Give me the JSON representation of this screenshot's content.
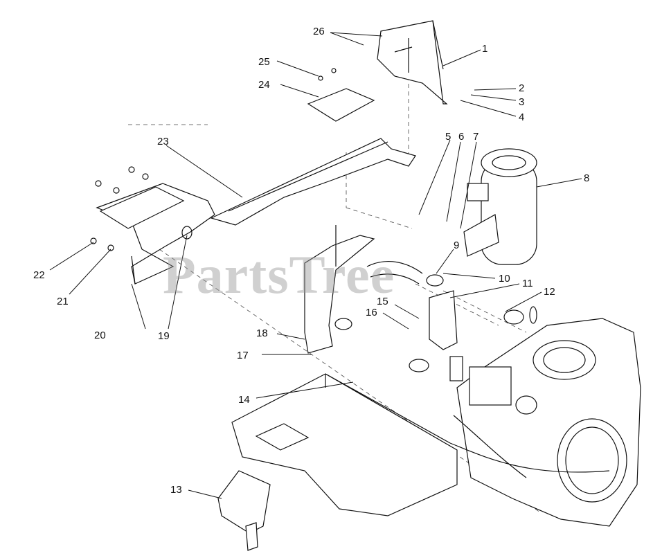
{
  "watermark": "PartsTree",
  "callouts": [
    "1",
    "2",
    "3",
    "4",
    "5",
    "6",
    "7",
    "8",
    "9",
    "10",
    "11",
    "12",
    "13",
    "14",
    "15",
    "16",
    "17",
    "18",
    "19",
    "20",
    "21",
    "22",
    "23",
    "24",
    "25",
    "26"
  ]
}
